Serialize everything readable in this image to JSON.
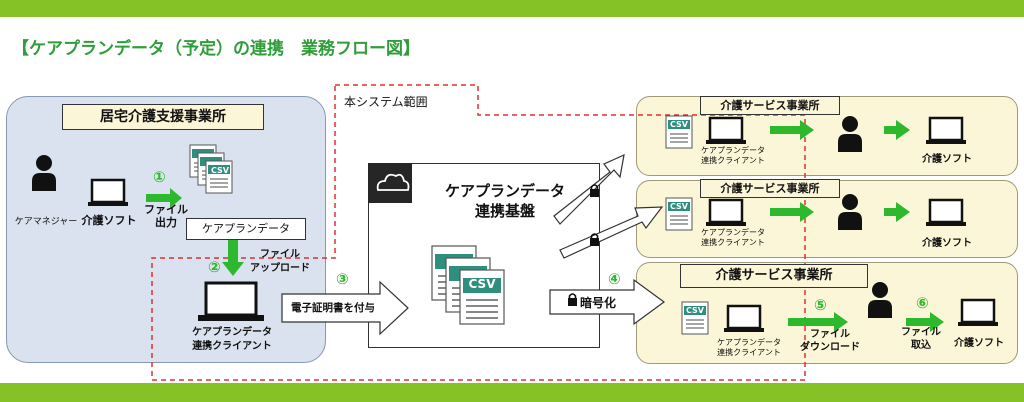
{
  "title": "【ケアプランデータ（予定）の連携　業務フロー図】",
  "system_scope": "本システム範囲",
  "home_office": {
    "title": "居宅介護支援事業所",
    "care_manager": "ケアマネジャー",
    "care_soft": "介護ソフト",
    "step1": "①",
    "file_output": "ファイル\n出力",
    "care_plan_data": "ケアプランデータ",
    "step2": "②",
    "file_upload": "ファイル\nアップロード",
    "client": "ケアプランデータ\n連携クライアント"
  },
  "step3": "③",
  "signature": "電子証明書を付与",
  "platform": {
    "title": "ケアプランデータ\n連携基盤"
  },
  "step4": "④",
  "encrypt": "暗号化",
  "csv": "CSV",
  "service_offices": [
    {
      "title": "介護サービス事業所",
      "client": "ケアプランデータ\n連携クライアント",
      "soft": "介護ソフト"
    },
    {
      "title": "介護サービス事業所",
      "client": "ケアプランデータ\n連携クライアント",
      "soft": "介護ソフト"
    },
    {
      "title": "介護サービス事業所",
      "client": "ケアプランデータ\n連携クライアント",
      "soft": "介護ソフト",
      "step5": "⑤",
      "download": "ファイル\nダウンロード",
      "step6": "⑥",
      "import": "ファイル\n取込"
    }
  ],
  "colors": {
    "accent_green": "#84c225",
    "title_green": "#2f9e3a",
    "arrow_green": "#2eb82e",
    "scope_red": "#e03030"
  }
}
